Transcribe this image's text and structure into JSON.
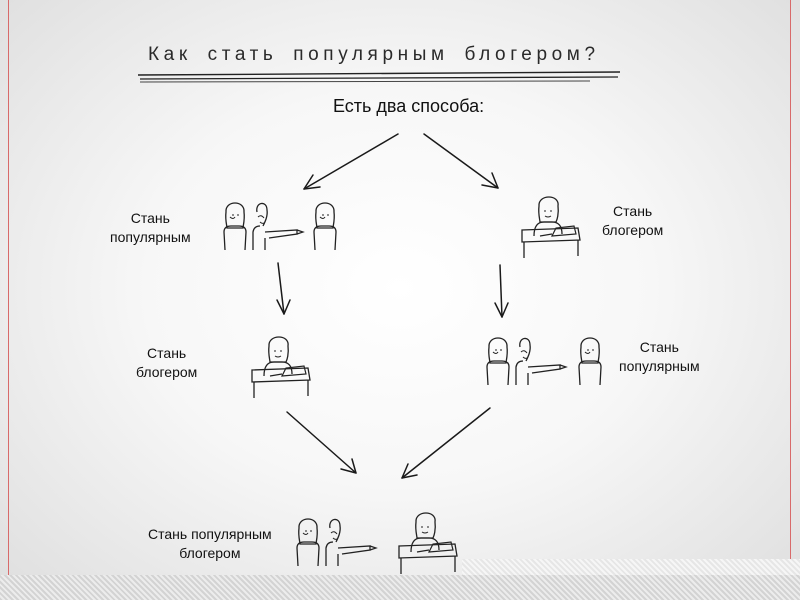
{
  "title": "Как стать популярным блогером?",
  "subtitle": "Есть два способа:",
  "left_path": {
    "step1": {
      "line1": "Стань",
      "line2": "популярным"
    },
    "step2": {
      "line1": "Стань",
      "line2": "блогером"
    }
  },
  "right_path": {
    "step1": {
      "line1": "Стань",
      "line2": "блогером"
    },
    "step2": {
      "line1": "Стань",
      "line2": "популярным"
    }
  },
  "result": {
    "line1": "Стань популярным",
    "line2": "блогером"
  },
  "colors": {
    "margin_line": "#d86a6a",
    "ink": "#111111",
    "background": "#ffffff"
  }
}
